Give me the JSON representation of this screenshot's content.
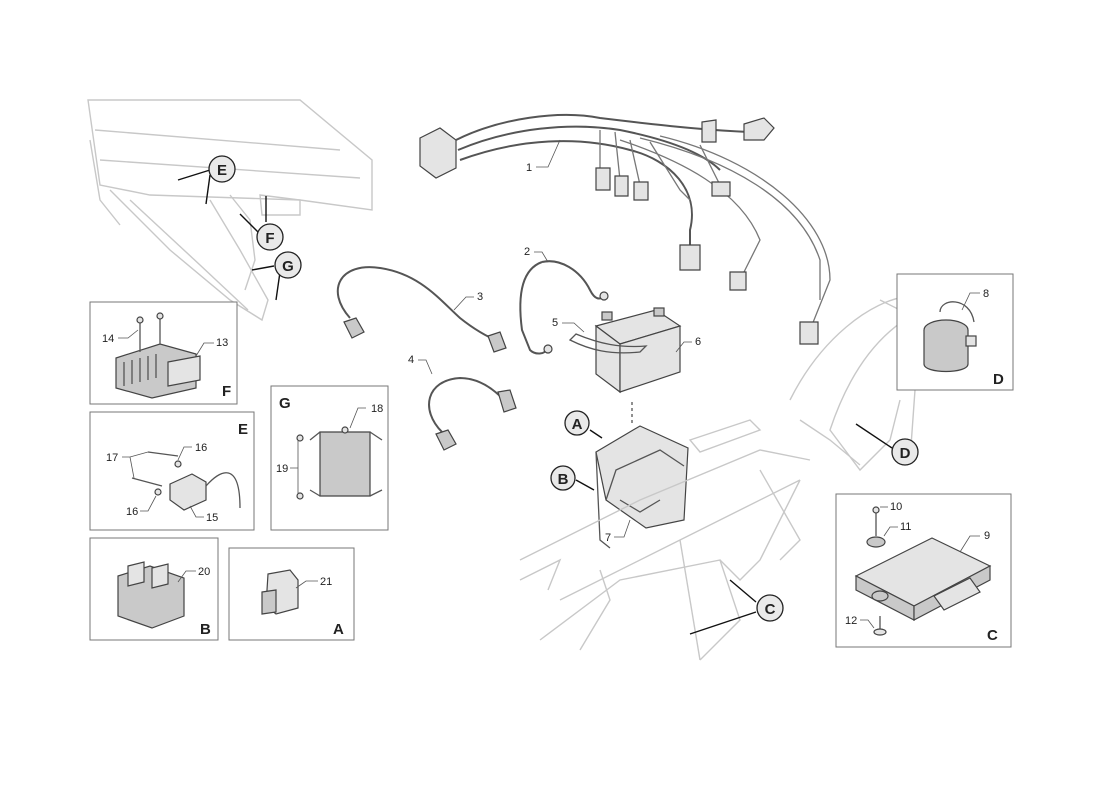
{
  "callouts": {
    "A": "A",
    "B": "B",
    "C": "C",
    "D": "D",
    "E": "E",
    "F": "F",
    "G": "G"
  },
  "boxes": {
    "F": {
      "letter": "F"
    },
    "E": {
      "letter": "E"
    },
    "G": {
      "letter": "G"
    },
    "B": {
      "letter": "B"
    },
    "A": {
      "letter": "A"
    },
    "D": {
      "letter": "D"
    },
    "C": {
      "letter": "C"
    }
  },
  "parts": {
    "p1": "1",
    "p2": "2",
    "p3": "3",
    "p4": "4",
    "p5": "5",
    "p6": "6",
    "p7": "7",
    "p8": "8",
    "p9": "9",
    "p10": "10",
    "p11": "11",
    "p12": "12",
    "p13": "13",
    "p14": "14",
    "p15": "15",
    "p16a": "16",
    "p16b": "16",
    "p17": "17",
    "p18": "18",
    "p19": "19",
    "p20": "20",
    "p21": "21"
  },
  "colors": {
    "ink": "#222222",
    "callout_fill": "#e9e9e9",
    "ghost": "#c8c8c8"
  }
}
